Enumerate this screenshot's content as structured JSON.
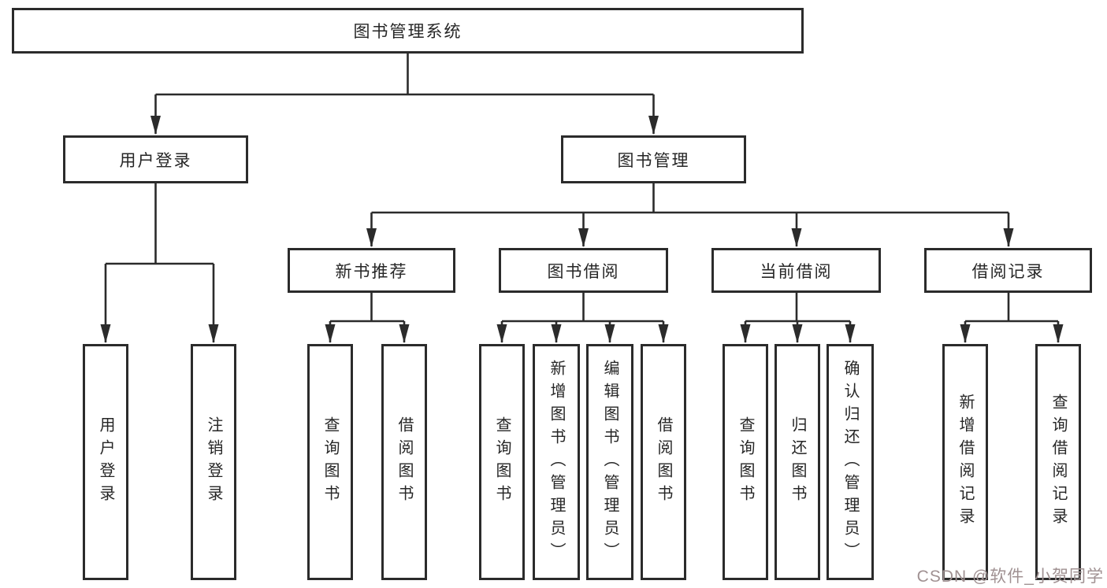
{
  "tree": {
    "root": "图书管理系统",
    "branches": [
      {
        "label": "用户登录",
        "children": [
          "用户登录",
          "注销登录"
        ]
      },
      {
        "label": "图书管理",
        "groups": [
          {
            "label": "新书推荐",
            "children": [
              "查询图书",
              "借阅图书"
            ]
          },
          {
            "label": "图书借阅",
            "children": [
              "查询图书",
              "新增图书（管理员）",
              "编辑图书（管理员）",
              "借阅图书"
            ]
          },
          {
            "label": "当前借阅",
            "children": [
              "查询图书",
              "归还图书",
              "确认归还（管理员）"
            ]
          },
          {
            "label": "借阅记录",
            "children": [
              "新增借阅记录",
              "查询借阅记录"
            ]
          }
        ]
      }
    ]
  },
  "watermark": "CSDN @软件_小贺同学",
  "colors": {
    "line": "#2b2b2b",
    "text": "#262626",
    "watermark": "#a09192",
    "background": "#ffffff"
  }
}
